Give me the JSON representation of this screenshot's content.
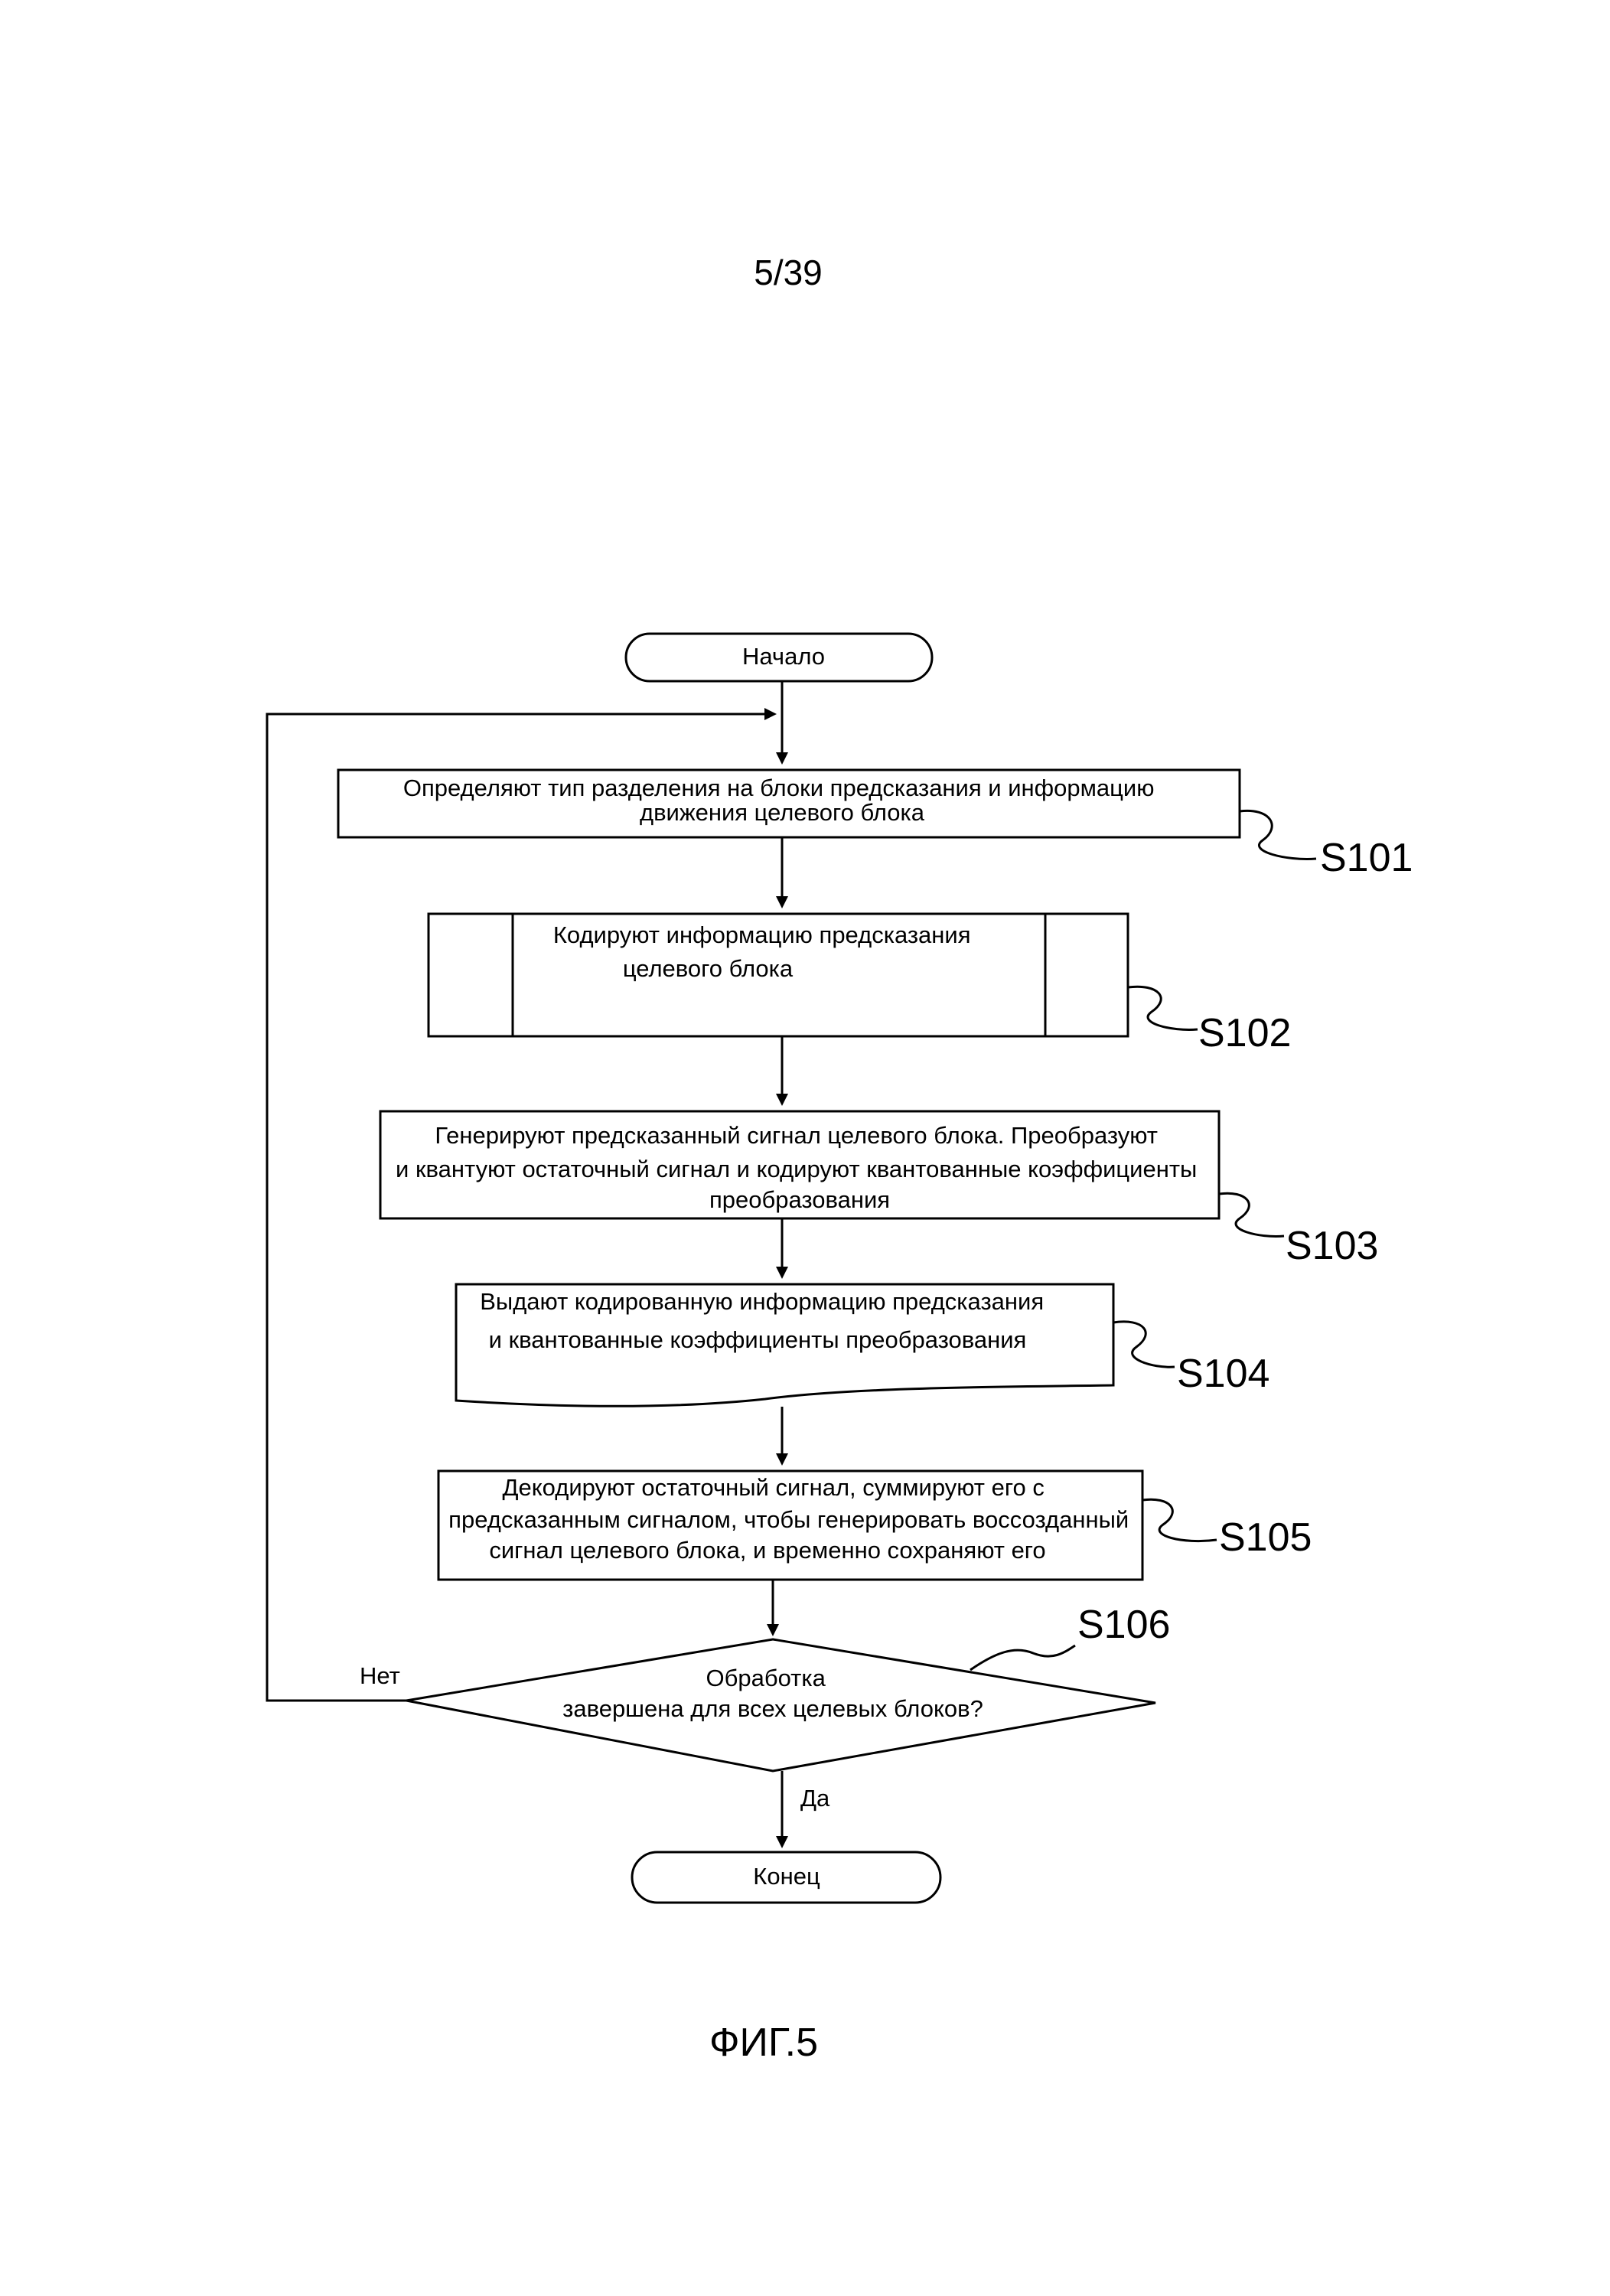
{
  "page_number": "5/39",
  "figure_label": "ФИГ.5",
  "flowchart": {
    "start": "Начало",
    "end": "Конец",
    "steps": [
      {
        "id": "S101",
        "lines": [
          "Определяют тип разделения на блоки предсказания и информацию",
          "движения целевого блока"
        ]
      },
      {
        "id": "S102",
        "lines": [
          "Кодируют информацию предсказания",
          "целевого блока"
        ]
      },
      {
        "id": "S103",
        "lines": [
          "Генерируют предсказанный сигнал целевого блока. Преобразуют",
          "и квантуют остаточный сигнал и кодируют квантованные коэффициенты",
          "преобразования"
        ]
      },
      {
        "id": "S104",
        "lines": [
          "Выдают кодированную информацию предсказания",
          "и квантованные коэффициенты преобразования"
        ]
      },
      {
        "id": "S105",
        "lines": [
          "Декодируют остаточный сигнал, суммируют его с",
          "предсказанным сигналом, чтобы генерировать воссозданный",
          "сигнал целевого блока, и временно сохраняют его"
        ]
      }
    ],
    "decision": {
      "id": "S106",
      "lines": [
        "Обработка",
        "завершена для всех целевых блоков?"
      ],
      "no_label": "Нет",
      "yes_label": "Да"
    }
  }
}
